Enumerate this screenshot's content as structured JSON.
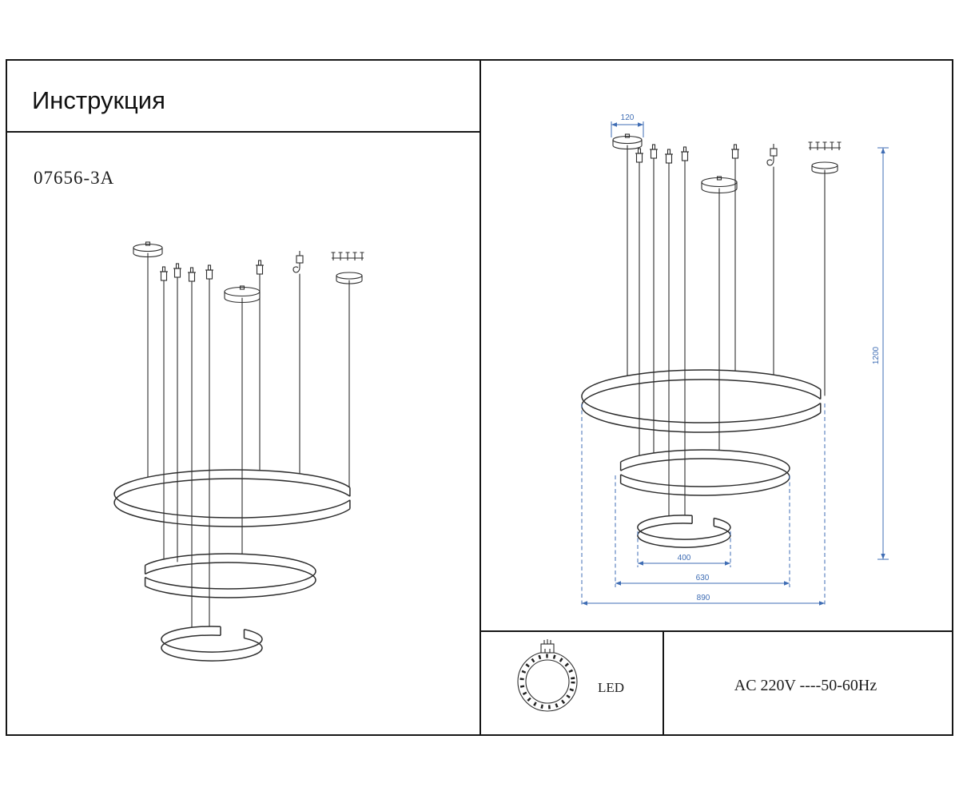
{
  "document": {
    "title": "Инструкция",
    "model": "07656-3A"
  },
  "dimensions": {
    "canopy_diameter": "120",
    "drop_height": "1200",
    "ring_small": "400",
    "ring_middle": "630",
    "ring_large": "890"
  },
  "specs": {
    "led_label": "LED",
    "power": "AC 220V ----50-60Hz"
  },
  "colors": {
    "dimension_blue": "#3f6db4",
    "drawing_line": "#2d2d2d"
  }
}
